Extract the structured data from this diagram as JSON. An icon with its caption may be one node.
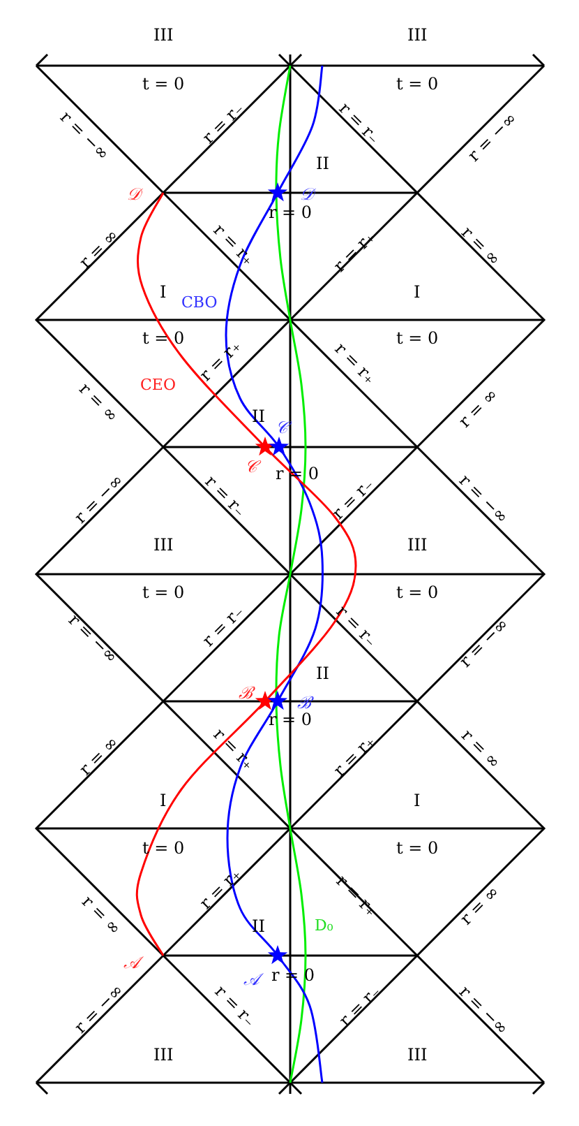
{
  "diagram": {
    "labels": [
      "III",
      "III",
      "t = 0",
      "t = 0",
      "r = −∞",
      "r = r₋",
      "r = r₋",
      "r = −∞",
      "II",
      "𝒟",
      "𝒟",
      "r = 0",
      "r = ∞",
      "r = r₊",
      "r = r₊",
      "r = ∞",
      "I",
      "CBO",
      "I",
      "t = 0",
      "t = 0",
      "r = r₊",
      "r = r₊",
      "CEO",
      "r = ∞",
      "r = ∞",
      "II",
      "𝒞",
      "𝒞",
      "r = 0",
      "r = −∞",
      "r = r₋",
      "r = r₋",
      "r = −∞",
      "III",
      "III",
      "t = 0",
      "t = 0",
      "r = −∞",
      "r = r₋",
      "r = r₋",
      "r = −∞",
      "II",
      "ℬ",
      "ℬ",
      "r = 0",
      "r = ∞",
      "r = r₊",
      "r = r₊",
      "r = ∞",
      "I",
      "I",
      "t = 0",
      "t = 0",
      "r = r₊",
      "r = r₊",
      "r = ∞",
      "r = ∞",
      "II",
      "D₀",
      "𝒜",
      "𝒜",
      "r = 0",
      "r = −∞",
      "r = r₋",
      "r = r₋",
      "r = −∞",
      "III",
      "III"
    ]
  }
}
